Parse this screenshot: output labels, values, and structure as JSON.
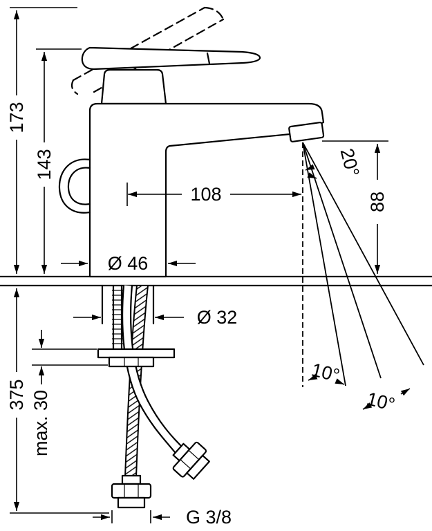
{
  "diagram": {
    "type": "technical-dimension-drawing",
    "subject": "single-lever basin mixer faucet with supply hoses",
    "units": "mm",
    "colors": {
      "line": "#000000",
      "background": "#ffffff"
    },
    "labels": {
      "total_height": "173",
      "faucet_height": "143",
      "spout_reach": "108",
      "outlet_height": "88",
      "base_diameter": "Ø 46",
      "shank_diameter": "Ø 32",
      "below_deck_length": "375",
      "max_mounting_thickness": "max. 30",
      "stream_angle": "20°",
      "swivel_angle_left": "10°",
      "swivel_angle_right": "10°",
      "connection_thread": "G 3/8"
    }
  }
}
